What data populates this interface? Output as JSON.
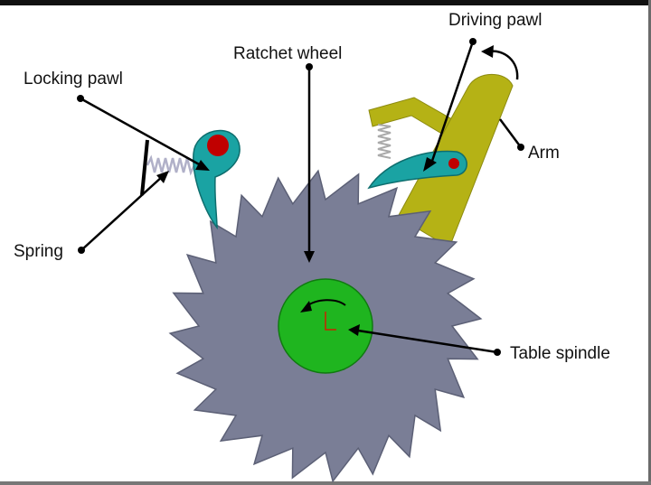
{
  "labels": {
    "driving_pawl": "Driving pawl",
    "ratchet_wheel": "Ratchet wheel",
    "locking_pawl": "Locking pawl",
    "arm": "Arm",
    "spring": "Spring",
    "table_spindle": "Table spindle"
  },
  "colors": {
    "ratchet_wheel": "#7a7e96",
    "table_spindle": "#1fb51f",
    "pawl": "#1aa3a3",
    "arm": "#b5b215",
    "pivot": "#c00000",
    "spring": "#aaaaaa",
    "leader": "#000000"
  }
}
